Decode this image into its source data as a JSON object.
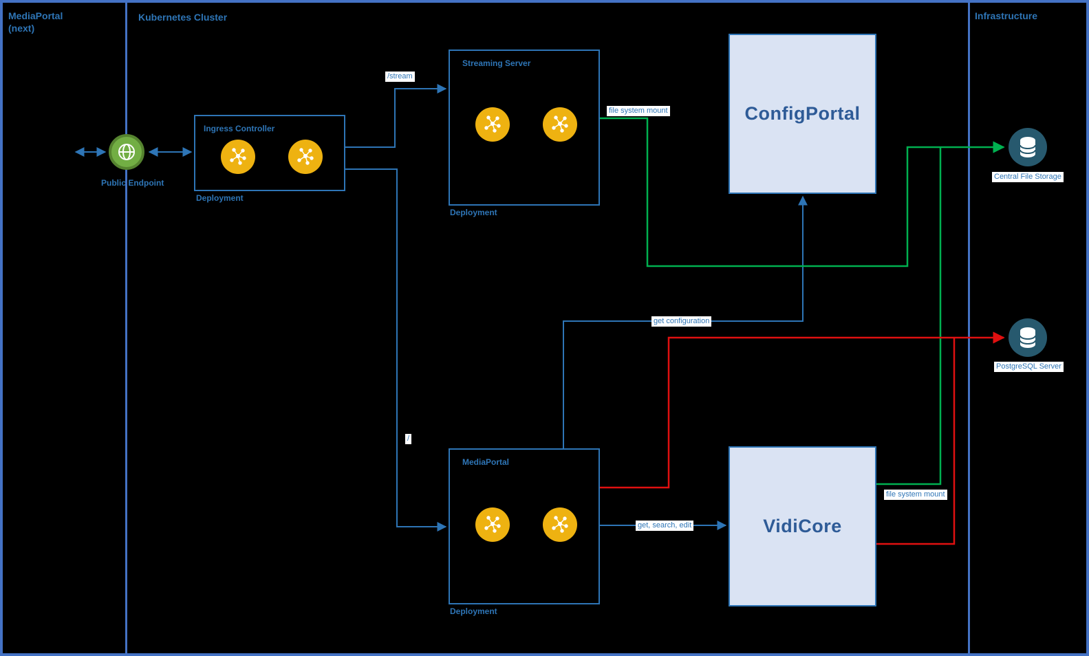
{
  "sections": {
    "mediaportal_next": {
      "title": "MediaPortal",
      "subtitle": "(next)"
    },
    "kubernetes_cluster": {
      "title": "Kubernetes Cluster"
    },
    "infrastructure": {
      "title": "Infrastructure"
    }
  },
  "nodes": {
    "public_endpoint": {
      "label": "Public Endpoint"
    },
    "ingress_controller": {
      "title": "Ingress Controller",
      "type_label": "Deployment"
    },
    "streaming_server": {
      "title": "Streaming Server",
      "type_label": "Deployment"
    },
    "mediaportal": {
      "title": "MediaPortal",
      "type_label": "Deployment"
    },
    "configportal": {
      "title": "ConfigPortal"
    },
    "vidicore": {
      "title": "VidiCore"
    },
    "central_file_storage": {
      "label": "Central File Storage"
    },
    "postgresql_server": {
      "label": "PostgreSQL Server"
    }
  },
  "edges": {
    "stream_route": {
      "label": "/stream",
      "color": "#2e75b6"
    },
    "root_route": {
      "label": "/",
      "color": "#2e75b6"
    },
    "streaming_fs_mount": {
      "label": "file system mount",
      "color": "#00b050"
    },
    "vidicore_fs_mount": {
      "label": "file system mount",
      "color": "#00b050"
    },
    "get_configuration": {
      "label": "get configuration",
      "color": "#2e75b6"
    },
    "get_search_edit": {
      "label": "get, search, edit",
      "color": "#2e75b6"
    }
  },
  "icons": {
    "public_endpoint": "globe-network-icon",
    "pod": "kubernetes-pod-icon",
    "storage": "database-icon"
  },
  "colors": {
    "background": "#000000",
    "frame_blue": "#4472c4",
    "line_blue": "#2e75b6",
    "green": "#00b050",
    "red": "#e01010",
    "pod_yellow": "#eeb211",
    "endpoint_green": "#72ae44",
    "db_teal": "#27596e",
    "panel_fill": "#dae3f3",
    "panel_text": "#2e5b97"
  }
}
